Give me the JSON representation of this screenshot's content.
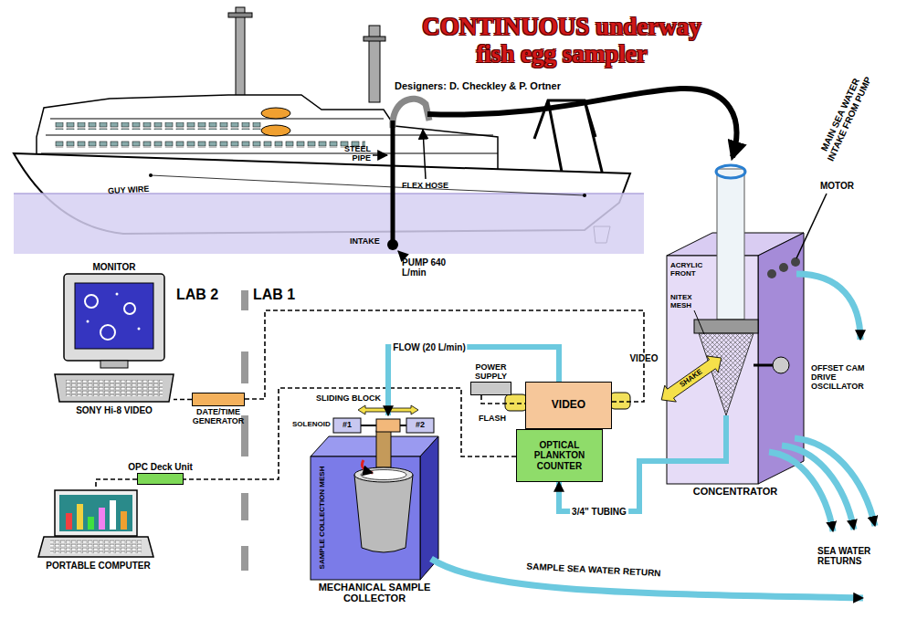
{
  "diagram": {
    "title": "CONTINUOUS underway fish egg sampler",
    "nodes": [
      {
        "text": [
          "MONITOR",
          "SONY Hi-8 VIDEO"
        ]
      },
      {
        "text": [
          "DATE/TIME GENERATOR"
        ]
      },
      {
        "text": [
          "OPC Deck Unit"
        ]
      },
      {
        "text": [
          "PORTABLE COMPUTER"
        ]
      },
      {
        "text": [
          "POWER SUPPLY"
        ]
      },
      {
        "text": [
          "VIDEO"
        ]
      },
      {
        "text": [
          "OPTICAL PLANKTON COUNTER"
        ]
      },
      {
        "text": [
          "MECHANICAL SAMPLE COLLECTOR"
        ]
      },
      {
        "text": [
          "CONCENTRATOR"
        ]
      }
    ],
    "edges": [
      {
        "from": 5,
        "to": 1,
        "arrow": "none",
        "label": "VIDEO"
      },
      {
        "from": 1,
        "to": 0,
        "arrow": "none"
      },
      {
        "from": 6,
        "to": 2,
        "arrow": "none"
      },
      {
        "from": 2,
        "to": 3,
        "arrow": "none"
      },
      {
        "from": 4,
        "to": 5,
        "arrow": "none"
      },
      {
        "from": 8,
        "to": 6,
        "arrow": "to",
        "label": "3/4\" TUBING"
      },
      {
        "from": 6,
        "to": 7,
        "arrow": "to",
        "label": "FLOW (20 L/min)"
      }
    ],
    "labels": [
      "Designers: D. Checkley & P. Ortner",
      "GUY WIRE",
      "STEEL PIPE",
      "FLEX HOSE",
      "INTAKE",
      "PUMP 640 L/min",
      "LAB 2",
      "LAB 1",
      "SLIDING BLOCK",
      "SOLENOID",
      "#1",
      "#2",
      "SAMPLE COLLECTION MESH",
      "FLASH",
      "MAIN SEA WATER INTAKE FROM PUMP",
      "ACRYLIC FRONT",
      "NITEX MESH",
      "SHAKE",
      "MOTOR",
      "OFFSET CAM DRIVE OSCILLATOR",
      "SEA WATER RETURNS",
      "SAMPLE SEA WATER RETURN"
    ]
  }
}
